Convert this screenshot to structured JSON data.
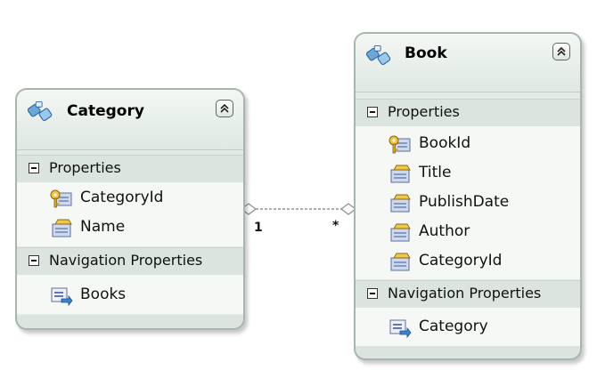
{
  "entities": {
    "category": {
      "title": "Category",
      "icon": "entity-icon",
      "properties_label": "Properties",
      "properties": [
        {
          "name": "CategoryId",
          "icon": "key-property-icon"
        },
        {
          "name": "Name",
          "icon": "scalar-property-icon"
        }
      ],
      "navigation_label": "Navigation Properties",
      "navigation": [
        {
          "name": "Books",
          "icon": "navigation-property-icon"
        }
      ]
    },
    "book": {
      "title": "Book",
      "icon": "entity-icon",
      "properties_label": "Properties",
      "properties": [
        {
          "name": "BookId",
          "icon": "key-property-icon"
        },
        {
          "name": "Title",
          "icon": "scalar-property-icon"
        },
        {
          "name": "PublishDate",
          "icon": "scalar-property-icon"
        },
        {
          "name": "Author",
          "icon": "scalar-property-icon"
        },
        {
          "name": "CategoryId",
          "icon": "scalar-property-icon"
        }
      ],
      "navigation_label": "Navigation Properties",
      "navigation": [
        {
          "name": "Category",
          "icon": "navigation-property-icon"
        }
      ]
    }
  },
  "association": {
    "left_multiplicity": "1",
    "right_multiplicity": "*"
  },
  "colors": {
    "entity_fill": "#e3ebe6",
    "entity_border": "#a9b6ae",
    "connector": "#8a9590"
  }
}
